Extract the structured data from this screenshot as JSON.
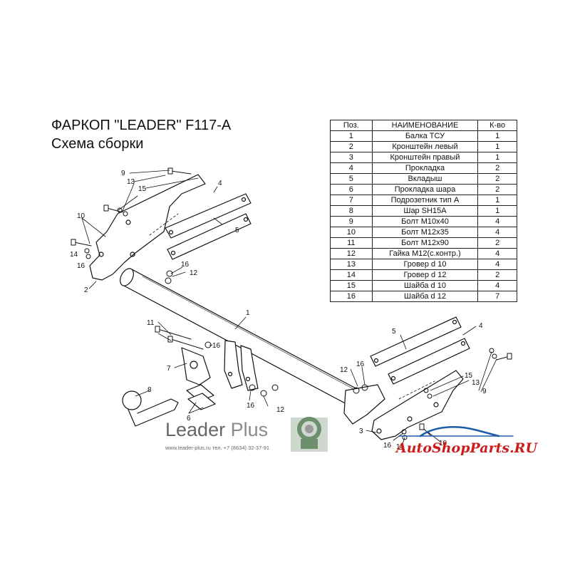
{
  "header": {
    "title": "ФАРКОП \"LEADER\" F117-A",
    "subtitle": "Схема сборки"
  },
  "parts_table": {
    "columns": [
      "Поз.",
      "НАИМЕНОВАНИЕ",
      "К-во"
    ],
    "rows": [
      [
        "1",
        "Балка ТСУ",
        "1"
      ],
      [
        "2",
        "Кронштейн левый",
        "1"
      ],
      [
        "3",
        "Кронштейн правый",
        "1"
      ],
      [
        "4",
        "Прокладка",
        "2"
      ],
      [
        "5",
        "Вкладыш",
        "2"
      ],
      [
        "6",
        "Прокладка шара",
        "2"
      ],
      [
        "7",
        "Подрозетник тип А",
        "1"
      ],
      [
        "8",
        "Шар SH15A",
        "1"
      ],
      [
        "9",
        "Болт М10х40",
        "4"
      ],
      [
        "10",
        "Болт М12х35",
        "4"
      ],
      [
        "11",
        "Болт М12х90",
        "2"
      ],
      [
        "12",
        "Гайка М12(с.контр.)",
        "4"
      ],
      [
        "13",
        "Гровер d 10",
        "4"
      ],
      [
        "14",
        "Гровер d 12",
        "2"
      ],
      [
        "15",
        "Шайба d 10",
        "4"
      ],
      [
        "16",
        "Шайба d 12",
        "7"
      ]
    ]
  },
  "callouts": {
    "c1": "1",
    "c2": "2",
    "c3": "3",
    "c4a": "4",
    "c4b": "4",
    "c5a": "5",
    "c5b": "5",
    "c6": "6",
    "c7": "7",
    "c8": "8",
    "c9a": "9",
    "c9b": "9",
    "c10a": "10",
    "c10b": "10",
    "c11": "11",
    "c12a": "12",
    "c12b": "12",
    "c12c": "12",
    "c13a": "13",
    "c13b": "13",
    "c14a": "14",
    "c14b": "14",
    "c15a": "15",
    "c15b": "15",
    "c16a": "16",
    "c16b": "16",
    "c16c": "16",
    "c16d": "16",
    "c16e": "16"
  },
  "brand": {
    "name_part1": "Leader",
    "name_part2": "Plus",
    "contact": "www.leader-plus.ru   тел. +7 (8634) 32-37-91"
  },
  "watermark": "AutoShopParts.RU",
  "colors": {
    "line": "#111111",
    "brand_gray": "#8a8a8a",
    "logo_green": "#6c8f6c",
    "watermark_red": "#cc1b1b"
  }
}
